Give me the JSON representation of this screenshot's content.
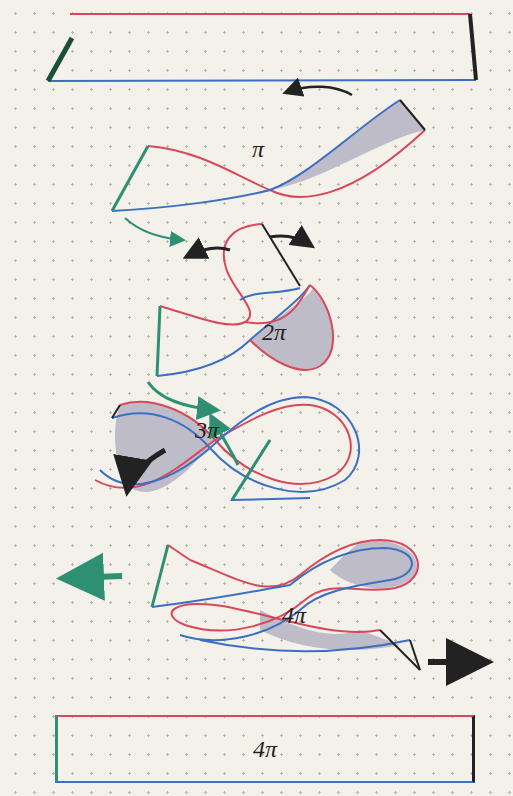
{
  "diagram": {
    "nodes": [
      {
        "text": [
          "4π"
        ]
      }
    ],
    "labels": [
      "π",
      "2π",
      "3π",
      "4π"
    ]
  }
}
